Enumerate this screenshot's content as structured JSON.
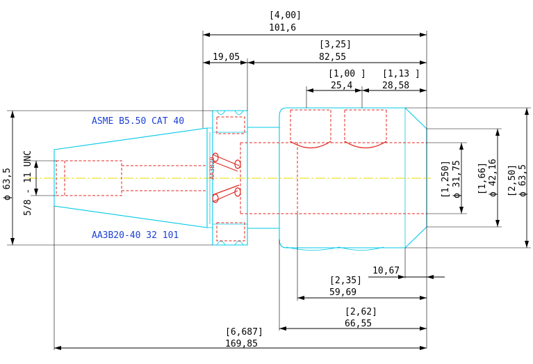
{
  "colors": {
    "outline": "#00c8e6",
    "hidden": "#e0261f",
    "dimension": "#000000",
    "centerline": "#e8d900",
    "note_text": "#1a3fd6"
  },
  "notes": {
    "standard": "ASME B5.50 CAT 40",
    "part_number": "AA3B20-40 32 101",
    "engraving": "AA3B20"
  },
  "dims": {
    "overall_length": {
      "inch": "[4,00]",
      "mm": "101,6"
    },
    "body_length": {
      "inch": "[3,25]",
      "mm": "82,55"
    },
    "flange": {
      "mm": "19,05"
    },
    "groove_width": {
      "inch": "[1,00 ]",
      "mm": "25,4"
    },
    "groove_offset": {
      "inch": "[1,13 ]",
      "mm": "28,58"
    },
    "taper_dia": {
      "label": "ϕ 63,5"
    },
    "thread": {
      "label": "5/8 - 11 UNC"
    },
    "bore_dia": {
      "inch": "[1,250]",
      "mm": "ϕ 31,75"
    },
    "relief_dia": {
      "inch": "[1,66]",
      "mm": "ϕ 42,16"
    },
    "body_dia": {
      "inch": "[2,50]",
      "mm": "ϕ 63,5"
    },
    "bore_offset": {
      "mm": "10,67"
    },
    "bore_depth": {
      "inch": "[2,35]",
      "mm": "59,69"
    },
    "body_depth": {
      "inch": "[2,62]",
      "mm": "66,55"
    },
    "total_length": {
      "inch": "[6,687]",
      "mm": "169,85"
    }
  }
}
